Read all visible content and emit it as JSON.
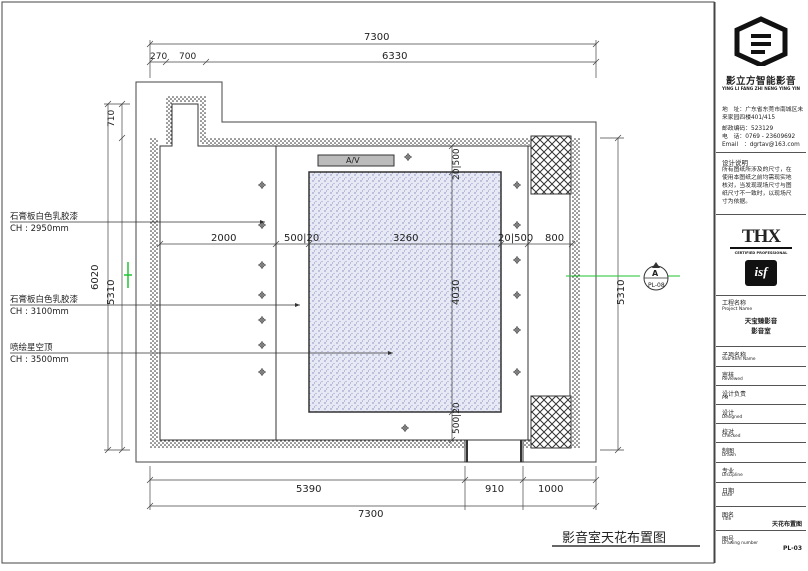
{
  "drawing": {
    "title": "影音室天花布置图",
    "dims": {
      "top_total": "7300",
      "top_seg1": "270",
      "top_seg2": "700",
      "top_seg3": "6330",
      "left_710": "710",
      "left_6020": "6020",
      "left_5310": "5310",
      "right_5310": "5310",
      "row_2000": "2000",
      "row_500_20a": "500|20",
      "row_3260": "3260",
      "row_20_500b": "20|500",
      "row_800": "800",
      "v_20_500_top": "20|500",
      "v_4030": "4030",
      "v_500_20_bot": "500|20",
      "bottom_5390": "5390",
      "bottom_910": "910",
      "bottom_1000": "1000",
      "bottom_total": "7300"
    },
    "notes": [
      {
        "material": "石膏板白色乳胶漆",
        "height": "CH : 2950mm"
      },
      {
        "material": "石膏板白色乳胶漆",
        "height": "CH : 3100mm"
      },
      {
        "material": "喷绘星空顶",
        "height": "CH : 3500mm"
      }
    ],
    "section_marker": {
      "letter": "A",
      "ref": "PL-08"
    },
    "projector_label": "A/V"
  },
  "title_block": {
    "brand_cn": "影立方智能影音",
    "brand_pinyin": "YING LI FANG ZHI NENG YING YIN",
    "address_label": "地　址：",
    "address_value": "广东省东莞市南城区未来家园四楼401/415",
    "postcode_label": "邮政编码：",
    "postcode_value": "523129",
    "phone_label": "电　话：",
    "phone_value": "0769 - 23609692",
    "email_label": "Email　：",
    "email_value": "dgrtav@163.com",
    "design_note_title": "设计说明",
    "design_note_lines": [
      "所有图纸所涉及的尺寸，在",
      "使用本图纸之前均需现实地",
      "核对，当发现现场尺寸与图",
      "纸尺寸不一致时，以现场尺",
      "寸为依据。"
    ],
    "thx_logo": "THX",
    "thx_sub": "CERTIFIED PROFESSIONAL",
    "isf_logo": "isf",
    "project_label_cn": "工程名称",
    "project_label_en": "Project Name",
    "project_value_1": "天宝臻影音",
    "project_value_2": "影音室",
    "sub_label_cn": "子项名称",
    "sub_label_en": "Sub-Item Name",
    "reviewed_cn": "审核",
    "reviewed_en": "Reviewed",
    "pm_cn": "设计负责",
    "pm_en": "PM",
    "designed_cn": "设计",
    "designed_en": "Designed",
    "checked_cn": "校对",
    "checked_en": "Checked",
    "drawn_cn": "制图",
    "drawn_en": "Drawn",
    "discipline_cn": "专业",
    "discipline_en": "Discipline",
    "date_cn": "日期",
    "date_en": "Date",
    "title_cn": "图名",
    "title_en": "Title",
    "title_value": "天花布置图",
    "dwgno_cn": "图号",
    "dwgno_en": "Drawing number",
    "dwgno_value": "PL-03"
  },
  "colors": {
    "line": "#333333",
    "dim": "#444444",
    "wall_dot": "#2b2b2b",
    "starfield": "#c9cde6",
    "green": "#22c232",
    "panel_border": "#555555"
  }
}
